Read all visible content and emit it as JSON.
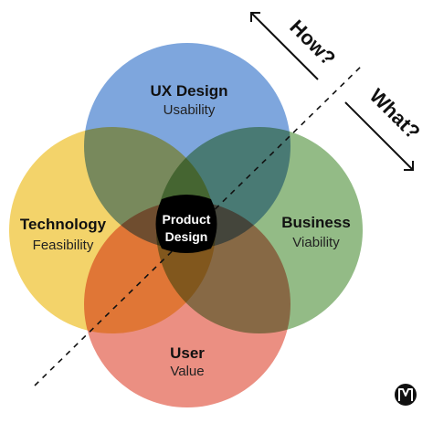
{
  "circles": {
    "top": {
      "title": "UX Design",
      "subtitle": "Usability",
      "color": "#7ea6dd"
    },
    "left": {
      "title": "Technology",
      "subtitle": "Feasibility",
      "color": "#f3d36a"
    },
    "right": {
      "title": "Business",
      "subtitle": "Viability",
      "color": "#93bb86"
    },
    "bottom": {
      "title": "User",
      "subtitle": "Value",
      "color": "#eb8f82"
    }
  },
  "center": {
    "line1": "Product",
    "line2": "Design",
    "color": "#000000"
  },
  "arrows": {
    "how": "How?",
    "what": "What?"
  },
  "logo": {
    "icon": "m-monogram-icon"
  }
}
